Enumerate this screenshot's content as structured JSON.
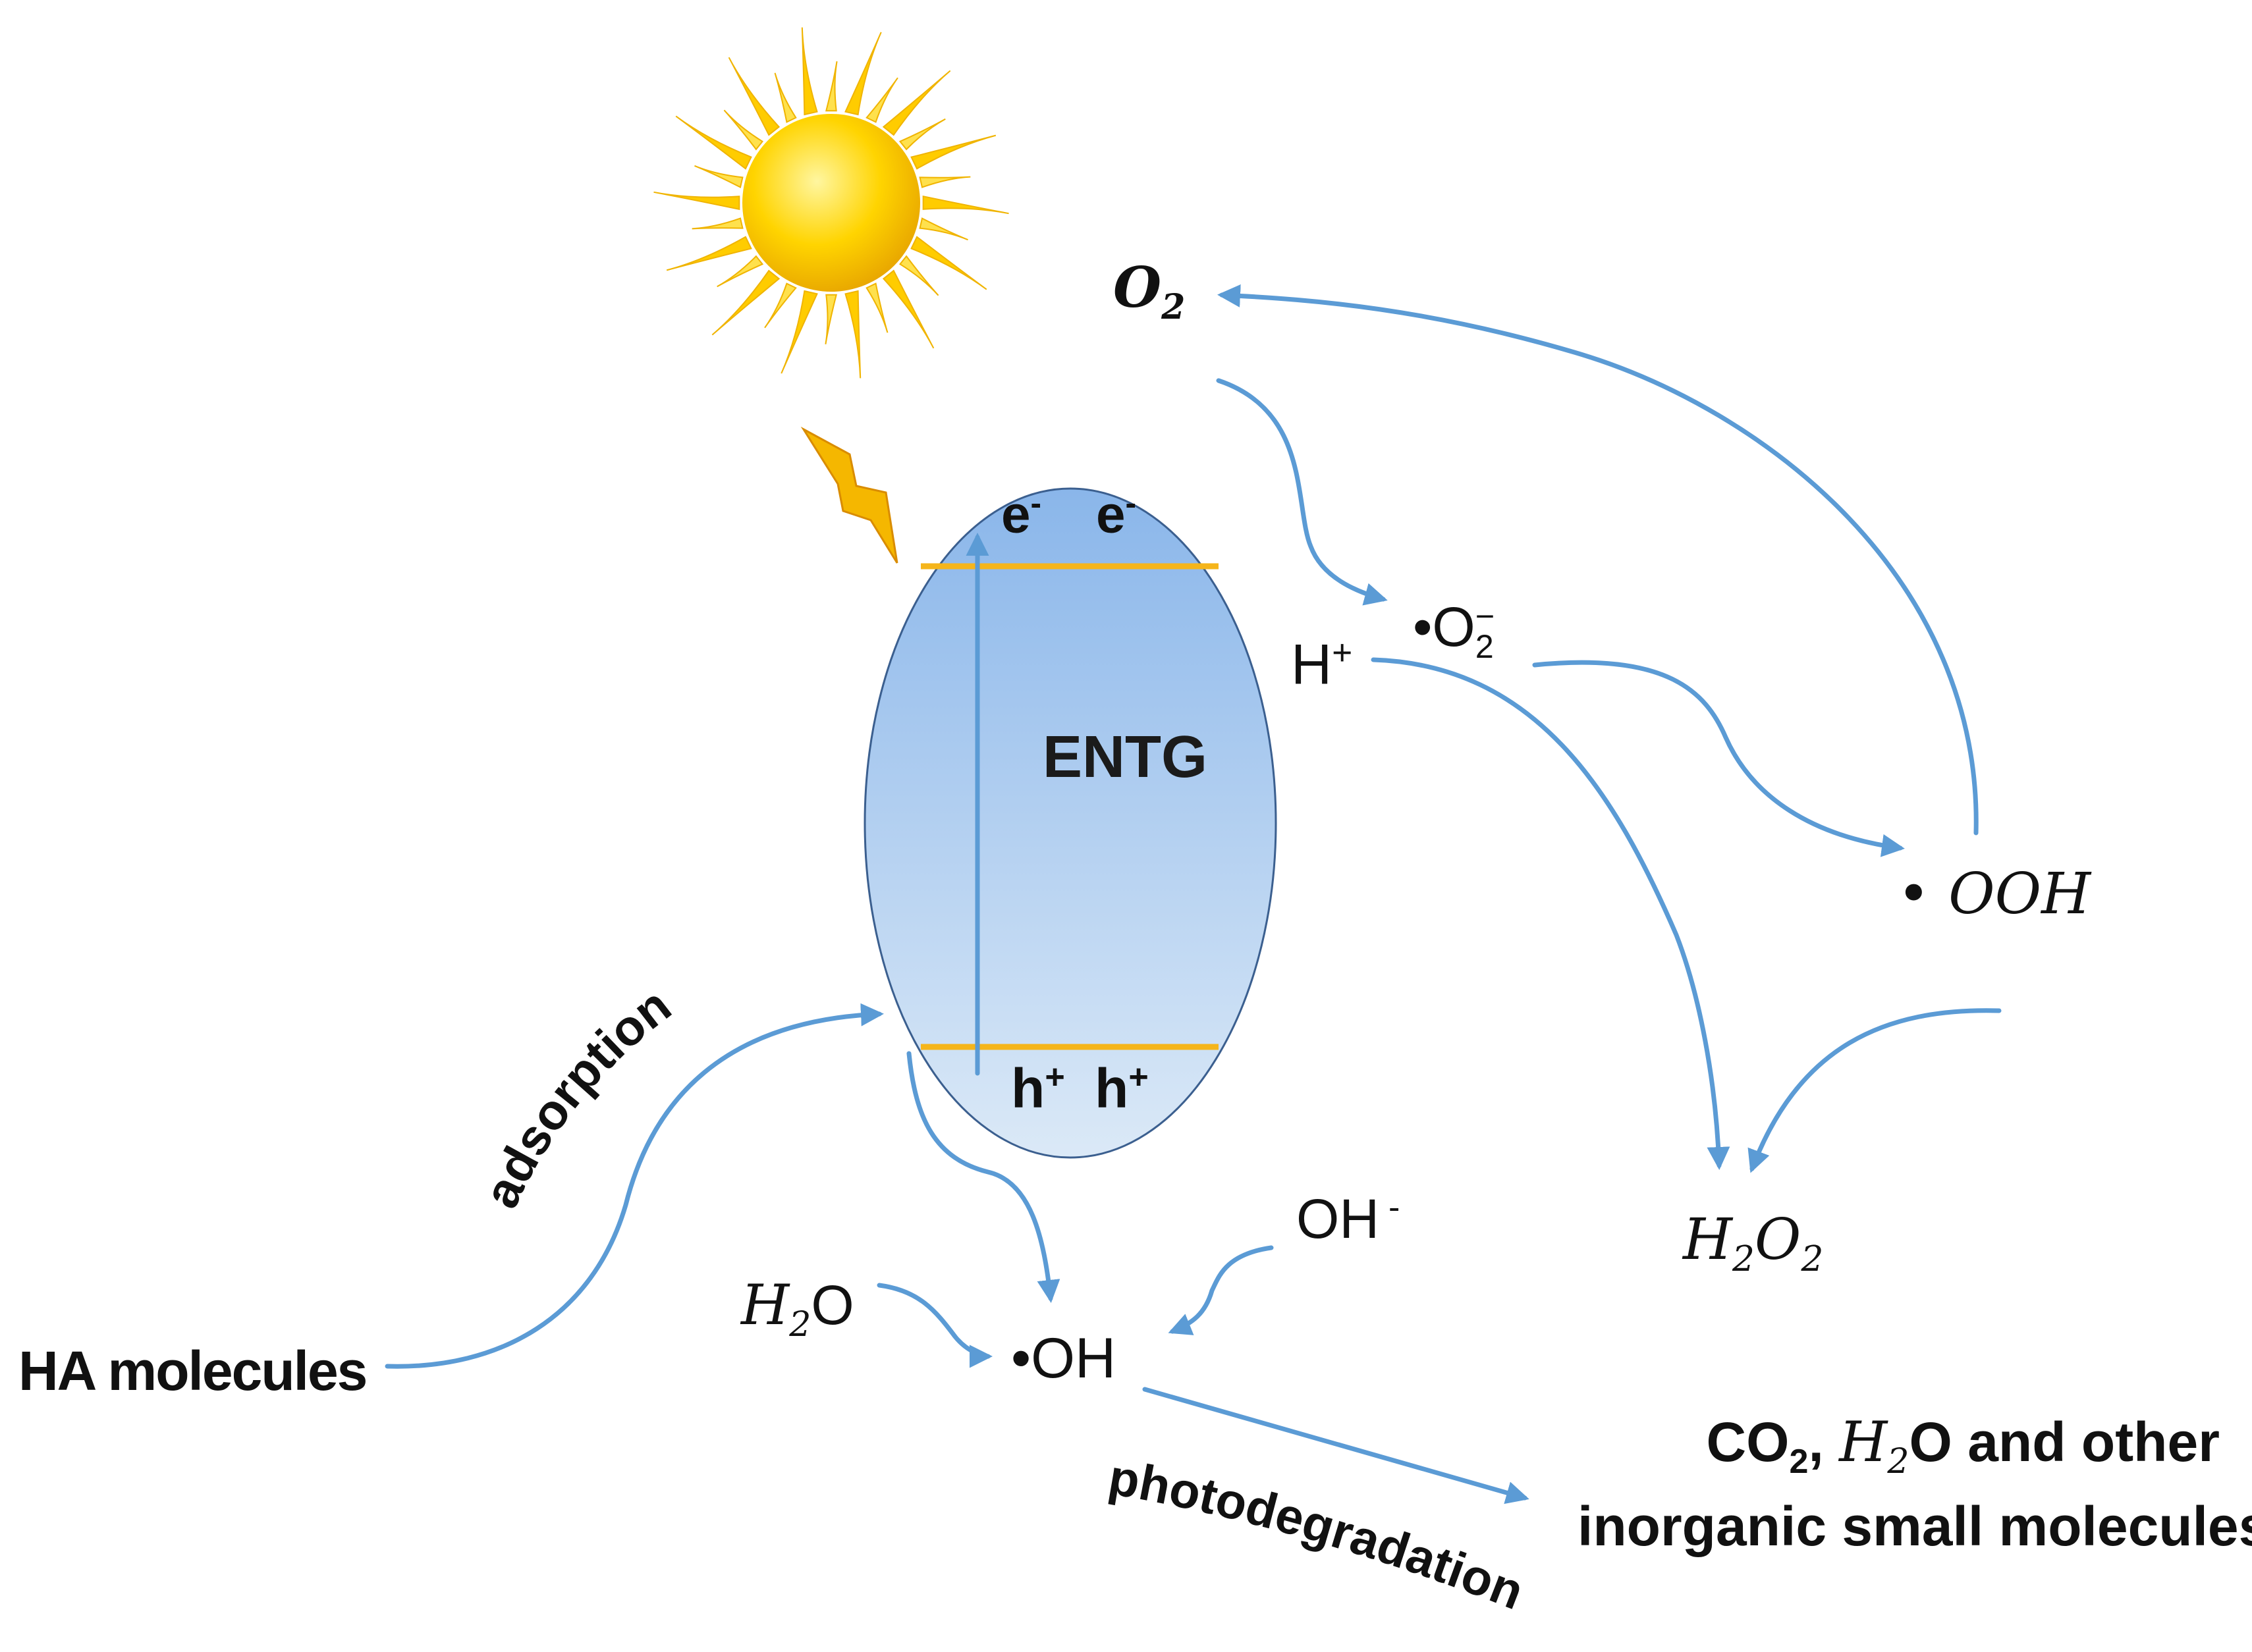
{
  "labels": {
    "o2": "O",
    "o2_sub": "2",
    "superoxide_dot": "•O",
    "superoxide_sub": "2",
    "superoxide_sup": "−",
    "h_plus": "H",
    "h_plus_sup": "+",
    "ooh": "• OOH",
    "h2o2_h": "H",
    "h2o2_sub1": "2",
    "h2o2_o": "O",
    "h2o2_sub2": "2",
    "entg": "ENTG",
    "e1": "e",
    "e2": "e",
    "e_sup": "-",
    "h1": "h",
    "h2": "h",
    "h_sup": "+",
    "oh_minus": "OH",
    "oh_minus_sup": "-",
    "h2o_h": "H",
    "h2o_sub": "2",
    "h2o_o": "O",
    "oh_radical": "•OH",
    "ha": "HA molecules",
    "adsorption": "adsorption",
    "photodegradation": "photodegradation",
    "products_line1_a": "CO",
    "products_line1_sub": "2",
    "products_line1_b": ", ",
    "products_line1_h": "H",
    "products_line1_hsub": "2",
    "products_line1_c": "O and other",
    "products_line2": "inorganic small molecules"
  },
  "colors": {
    "arrow": "#5b9bd5",
    "band": "#f5b51b",
    "ellipse_top": "#8ab6ea",
    "ellipse_bottom": "#dbe9f7",
    "ellipse_stroke": "#3b5f8f",
    "sun": "#ffd400",
    "bolt": "#f5b700"
  },
  "icons": [
    "sun-icon",
    "lightning-bolt-icon"
  ]
}
